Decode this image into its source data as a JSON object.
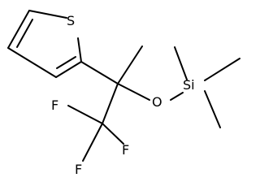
{
  "molecule": {
    "atom_labels": {
      "sulfur": "S",
      "silicon": "Si",
      "oxygen": "O",
      "fluorine_1": "F",
      "fluorine_2": "F",
      "fluorine_3": "F"
    }
  }
}
